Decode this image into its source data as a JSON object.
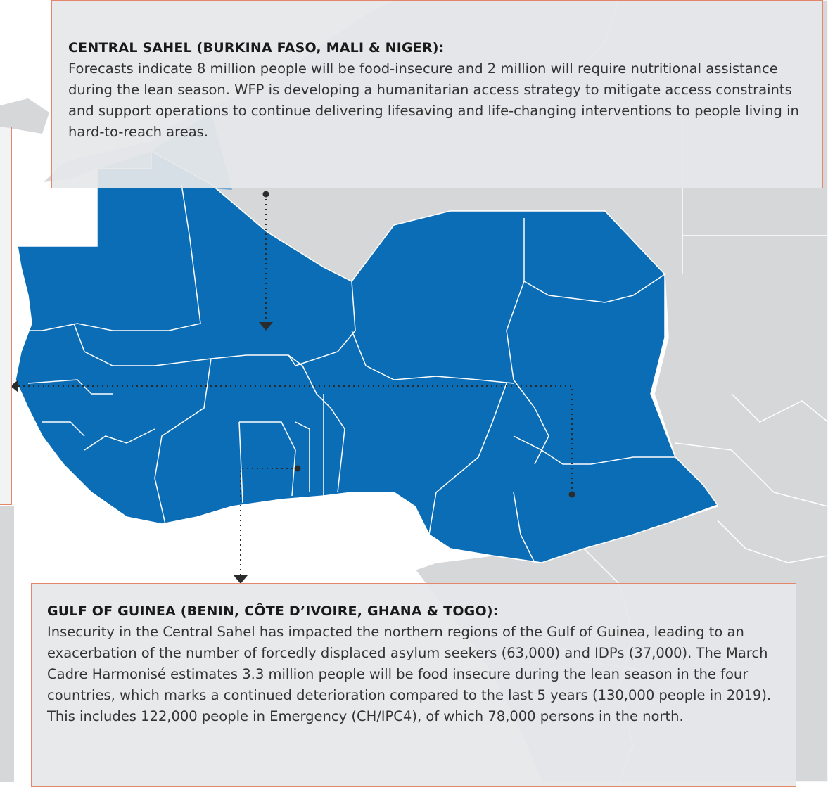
{
  "colors": {
    "ocean": "#ffffff",
    "land_outside": "#d6d7d9",
    "region_fill": "#0b6db5",
    "region_light": "#6ea9d6",
    "border_white": "#ffffff",
    "callout_border": "#e5866a",
    "leader_line": "#2b2b2b"
  },
  "callouts": {
    "central_sahel": {
      "title": "CENTRAL SAHEL (BURKINA FASO, MALI & NIGER):",
      "body": "Forecasts indicate 8 million people will be food-insecure and 2 million will require nutritional assistance during the lean season. WFP is developing a humanitarian access strategy to mitigate access constraints and support operations to continue delivering lifesaving and life-changing interventions to people living in hard-to-reach areas."
    },
    "gulf_of_guinea": {
      "title": "GULF OF GUINEA (BENIN, CÔTE D’IVOIRE, GHANA & TOGO):",
      "body": "Insecurity in the Central Sahel has impacted the northern regions of the Gulf of Guinea, leading to an exacerbation of the number of forcedly displaced asylum seekers (63,000) and IDPs (37,000). The March Cadre Harmonisé estimates 3.3 million people will be food insecure during the lean season in the four countries, which marks a continued deterioration compared to the last 5 years (130,000 people in 2019). This includes 122,000 people in Emergency (CH/IPC4), of which 78,000 persons in the north."
    }
  },
  "icons": {
    "pointer_marker": "filled-circle",
    "arrow_head": "triangle-arrow"
  }
}
